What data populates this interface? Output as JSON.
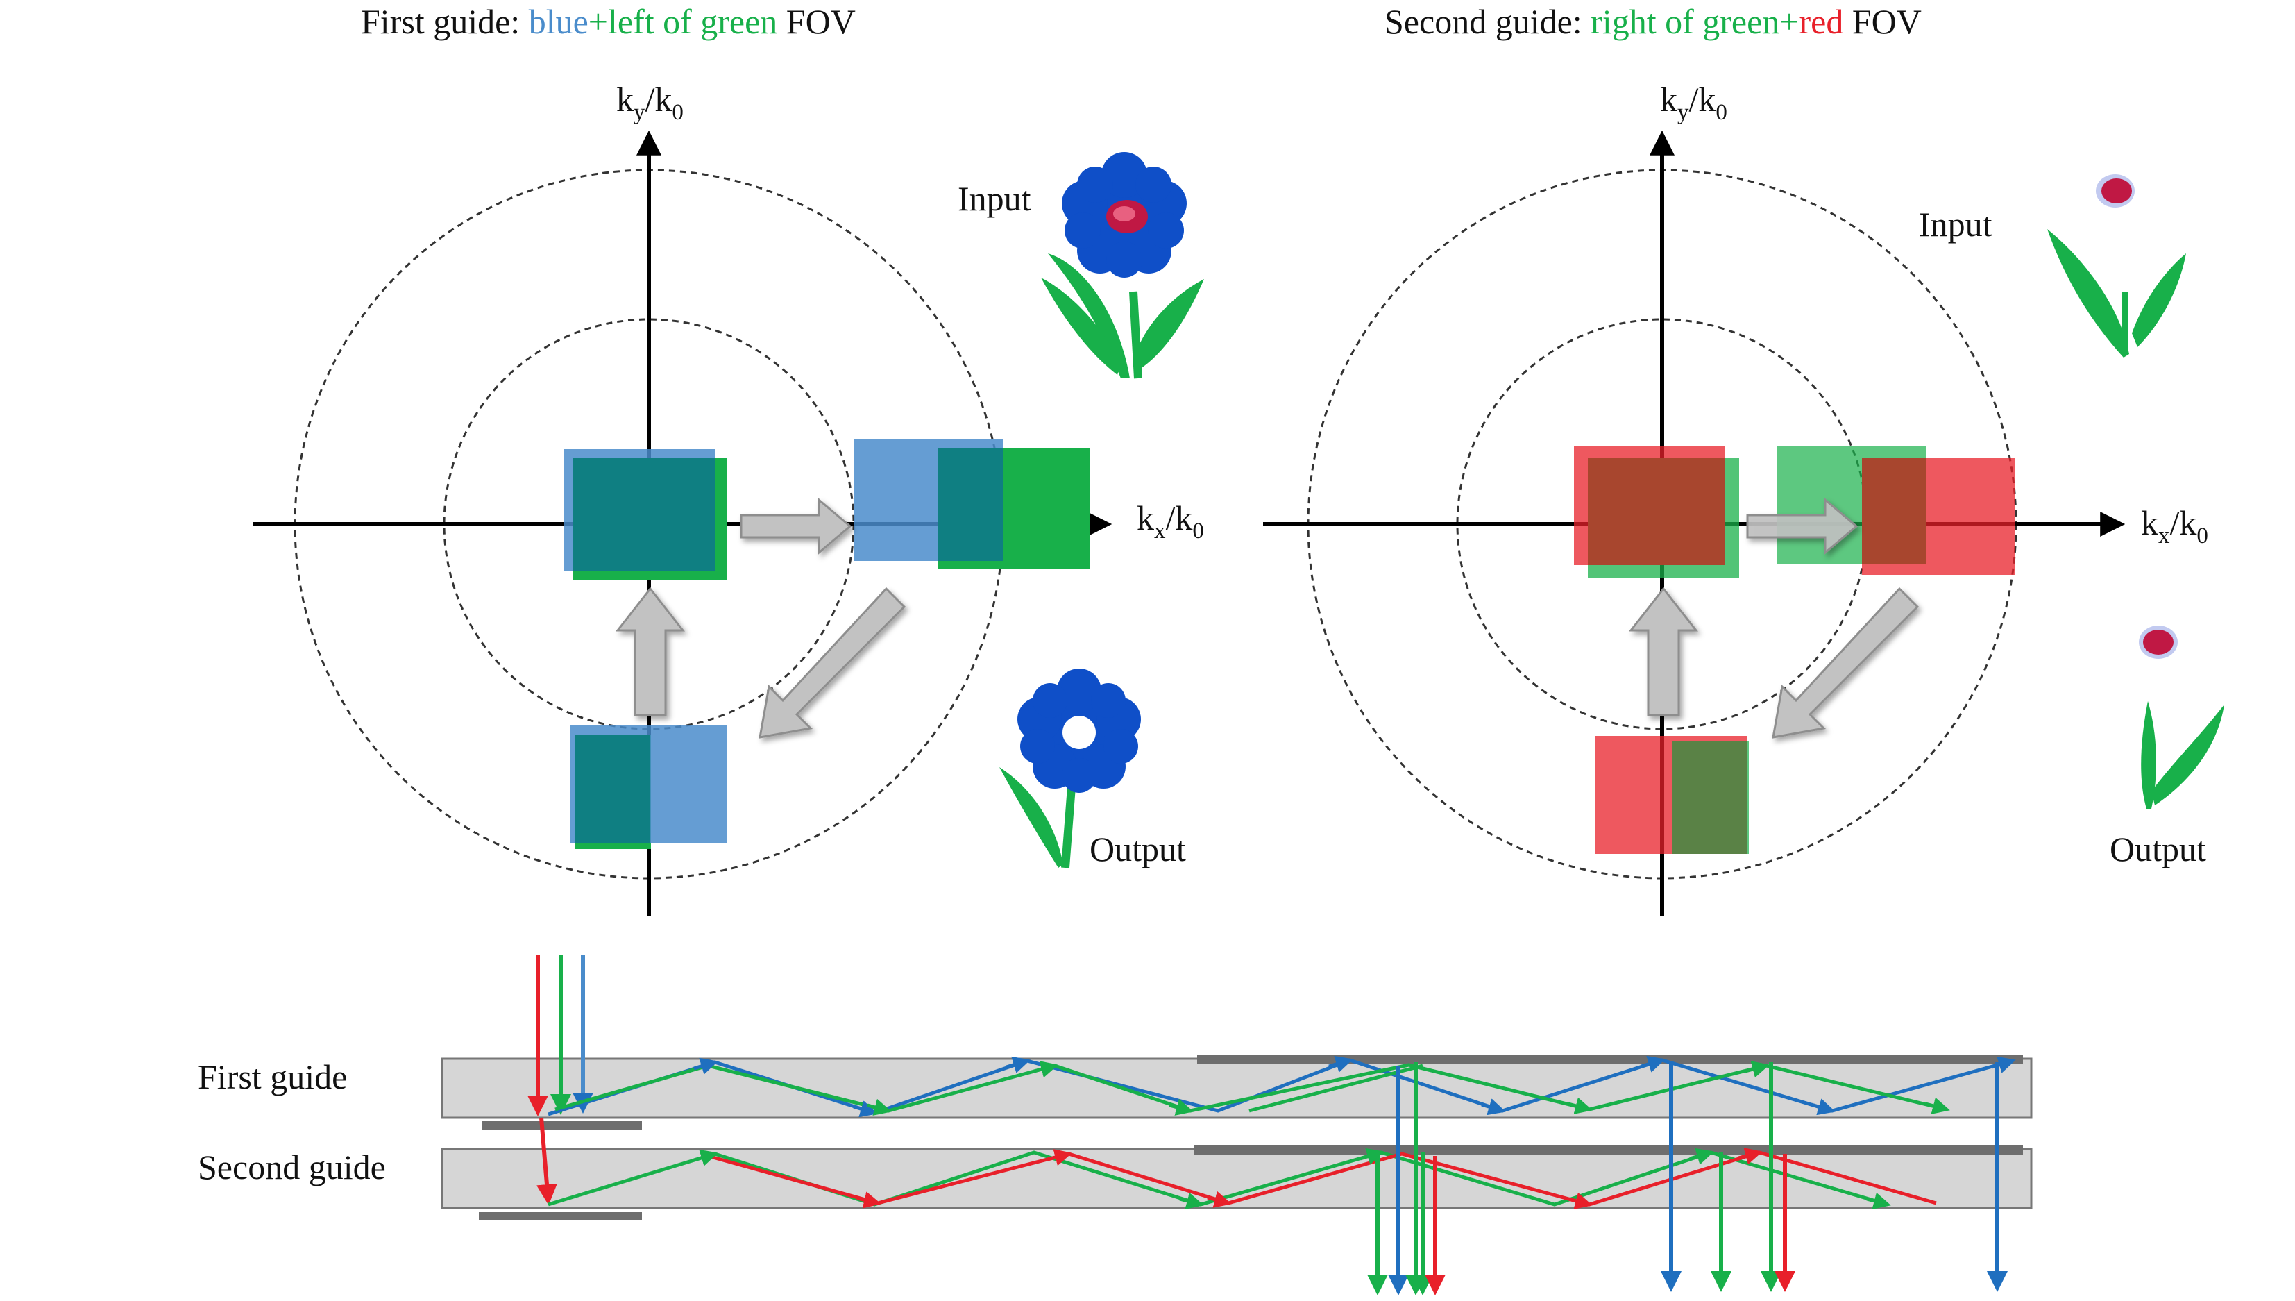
{
  "panels": [
    {
      "title": {
        "prefix": "First guide: ",
        "part1": "blue",
        "plus1": "+",
        "part2": "left of green",
        "suffix": " FOV"
      },
      "axes": {
        "kx": "k",
        "kx_sub": "x",
        "kx_den": "/k",
        "kx_den_sub": "0",
        "ky": "k",
        "ky_sub": "y",
        "ky_den": "/k",
        "ky_den_sub": "0"
      },
      "input_label": "Input",
      "output_label": "Output"
    },
    {
      "title": {
        "prefix": "Second guide: ",
        "part1": "right of green",
        "plus1": "+",
        "part2": "red",
        "suffix": " FOV"
      },
      "axes": {
        "kx": "k",
        "kx_sub": "x",
        "kx_den": "/k",
        "kx_den_sub": "0",
        "ky": "k",
        "ky_sub": "y",
        "ky_den": "/k",
        "ky_den_sub": "0"
      },
      "input_label": "Input",
      "output_label": "Output"
    }
  ],
  "waveguides": {
    "first_label": "First guide",
    "second_label": "Second guide"
  },
  "colors": {
    "blue": "#4a8ccb",
    "green": "#18b04a",
    "red": "#e8202a",
    "teal": "#0f7f82",
    "guide_fill": "#d6d6d6",
    "grating": "#6e6e6e",
    "flower_blue": "#0f4fc8"
  }
}
